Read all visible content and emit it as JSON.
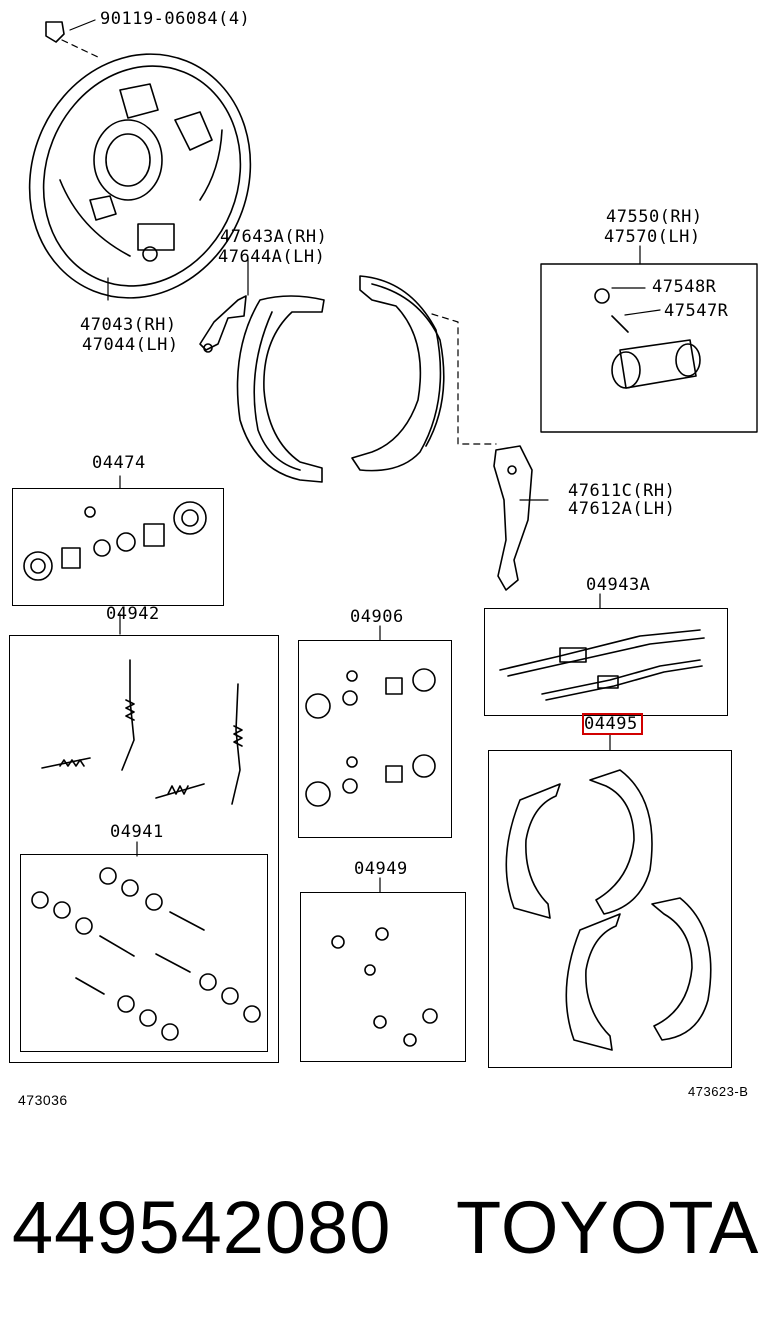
{
  "labels": {
    "bolt": "90119-06084(4)",
    "plate_rh": "47043(RH)",
    "plate_lh": "47044(LH)",
    "lever_rh": "47643A(RH)",
    "lever_lh": "47644A(LH)",
    "cyl_rh": "47550(RH)",
    "cyl_lh": "47570(LH)",
    "cap": "47548R",
    "bleeder": "47547R",
    "kit_04474": "04474",
    "lever2_rh": "47611C(RH)",
    "lever2_lh": "47612A(LH)",
    "kit_04942": "04942",
    "kit_04906": "04906",
    "kit_04943a": "04943A",
    "kit_04495": "04495",
    "kit_04941": "04941",
    "kit_04949": "04949",
    "ref_left": "473036",
    "ref_right": "473623-B"
  },
  "footer": {
    "part_number": "449542080",
    "brand": "TOYOTA"
  },
  "colors": {
    "highlight": "#d10000"
  }
}
